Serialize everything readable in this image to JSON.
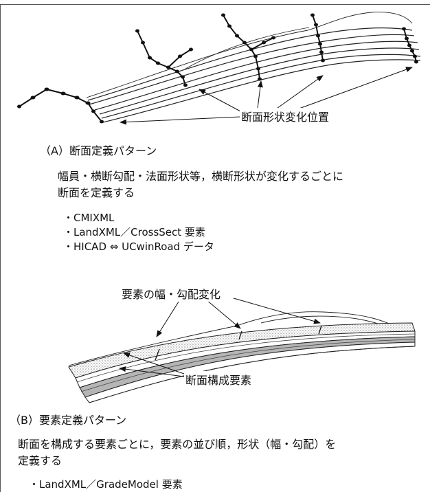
{
  "figure_a": {
    "callout": "断面形状変化位置",
    "heading": "（A）断面定義パターン",
    "description_lines": [
      "幅員・横断勾配・法面形状等，横断形状が変化するごとに",
      "断面を定義する"
    ],
    "bullets": [
      "・CMIXML",
      "・LandXML／CrossSect 要素",
      "・HICAD ⇔ UCwinRoad データ"
    ]
  },
  "figure_b": {
    "callout_top": "要素の幅・勾配変化",
    "callout_bottom": "断面構成要素",
    "heading": "（B）要素定義パターン",
    "description_lines": [
      "断面を構成する要素ごとに，要素の並び順，形状（幅・勾配）を",
      "定義する"
    ],
    "bullets": [
      "・LandXML／GradeModel 要素"
    ]
  }
}
